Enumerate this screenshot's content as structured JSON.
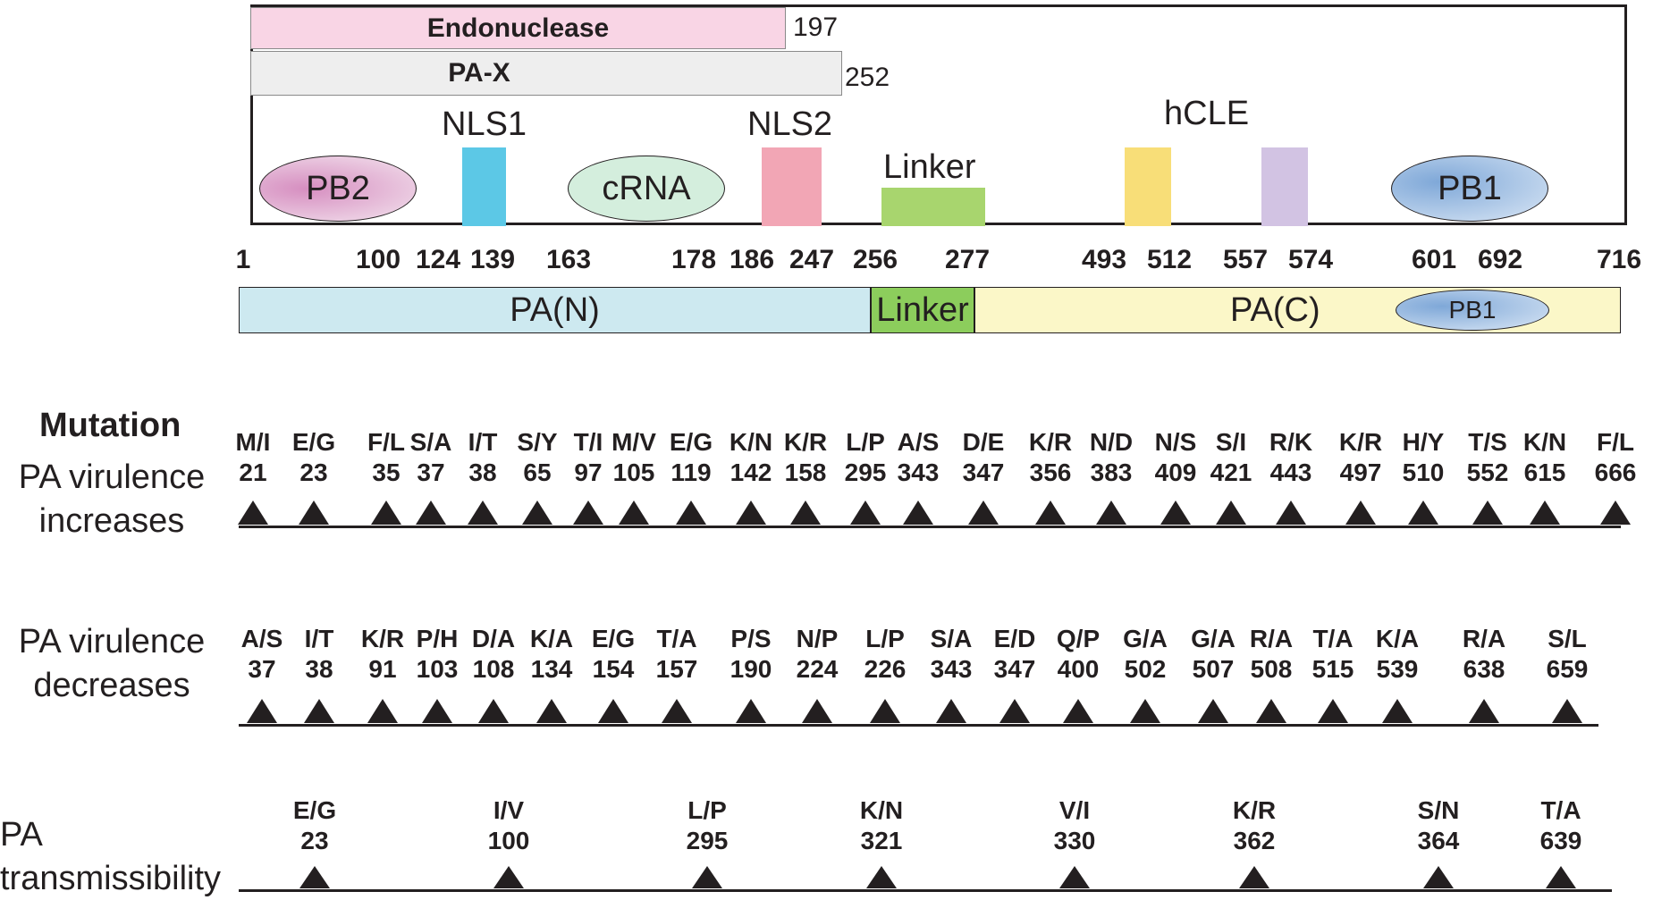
{
  "top_box": {
    "endonuclease": {
      "label": "Endonuclease",
      "end": "197",
      "color": "#f9d5e5"
    },
    "pa_x": {
      "label": "PA-X",
      "end": "252",
      "color": "#eeeeee"
    },
    "domains": [
      {
        "label": "NLS1",
        "color": "#5cc8e6"
      },
      {
        "label": "NLS2",
        "color": "#f2a6b5"
      },
      {
        "label": "Linker",
        "color": "#a8d56e"
      },
      {
        "label": "hCLE",
        "color": "#f8de78"
      },
      {
        "label": "",
        "color": "#d2c3e3"
      }
    ],
    "ellipses": [
      {
        "label": "PB2",
        "color": "#d68ec0"
      },
      {
        "label": "cRNA",
        "color": "#d4eedd"
      },
      {
        "label": "PB1",
        "color": "#7fa8d8"
      }
    ]
  },
  "positions": [
    "1",
    "100",
    "124",
    "139",
    "163",
    "178",
    "186",
    "247",
    "256",
    "277",
    "493",
    "512",
    "557",
    "574",
    "601",
    "692",
    "716"
  ],
  "structure_bar": {
    "pa_n": {
      "label": "PA(N)",
      "color": "#cde9f0"
    },
    "linker": {
      "label": "Linker",
      "color": "#8ccd5c"
    },
    "pa_c": {
      "label": "PA(C)",
      "color": "#fbf7c8"
    },
    "pb1": {
      "label": "PB1",
      "color": "#7fa8d8"
    }
  },
  "mutation_header": "Mutation",
  "rows": [
    {
      "label_line1": "PA virulence",
      "label_line2": "increases",
      "mutations": [
        {
          "aa": "M/I",
          "pos": "21"
        },
        {
          "aa": "E/G",
          "pos": "23"
        },
        {
          "aa": "F/L",
          "pos": "35"
        },
        {
          "aa": "S/A",
          "pos": "37"
        },
        {
          "aa": "I/T",
          "pos": "38"
        },
        {
          "aa": "S/Y",
          "pos": "65"
        },
        {
          "aa": "T/I",
          "pos": "97"
        },
        {
          "aa": "M/V",
          "pos": "105"
        },
        {
          "aa": "E/G",
          "pos": "119"
        },
        {
          "aa": "K/N",
          "pos": "142"
        },
        {
          "aa": "K/R",
          "pos": "158"
        },
        {
          "aa": "L/P",
          "pos": "295"
        },
        {
          "aa": "A/S",
          "pos": "343"
        },
        {
          "aa": "D/E",
          "pos": "347"
        },
        {
          "aa": "K/R",
          "pos": "356"
        },
        {
          "aa": "N/D",
          "pos": "383"
        },
        {
          "aa": "N/S",
          "pos": "409"
        },
        {
          "aa": "S/I",
          "pos": "421"
        },
        {
          "aa": "R/K",
          "pos": "443"
        },
        {
          "aa": "K/R",
          "pos": "497"
        },
        {
          "aa": "H/Y",
          "pos": "510"
        },
        {
          "aa": "T/S",
          "pos": "552"
        },
        {
          "aa": "K/N",
          "pos": "615"
        },
        {
          "aa": "F/L",
          "pos": "666"
        }
      ]
    },
    {
      "label_line1": "PA virulence",
      "label_line2": "decreases",
      "mutations": [
        {
          "aa": "A/S",
          "pos": "37"
        },
        {
          "aa": "I/T",
          "pos": "38"
        },
        {
          "aa": "K/R",
          "pos": "91"
        },
        {
          "aa": "P/H",
          "pos": "103"
        },
        {
          "aa": "D/A",
          "pos": "108"
        },
        {
          "aa": "K/A",
          "pos": "134"
        },
        {
          "aa": "E/G",
          "pos": "154"
        },
        {
          "aa": "T/A",
          "pos": "157"
        },
        {
          "aa": "P/S",
          "pos": "190"
        },
        {
          "aa": "N/P",
          "pos": "224"
        },
        {
          "aa": "L/P",
          "pos": "226"
        },
        {
          "aa": "S/A",
          "pos": "343"
        },
        {
          "aa": "E/D",
          "pos": "347"
        },
        {
          "aa": "Q/P",
          "pos": "400"
        },
        {
          "aa": "G/A",
          "pos": "502"
        },
        {
          "aa": "G/A",
          "pos": "507"
        },
        {
          "aa": "R/A",
          "pos": "508"
        },
        {
          "aa": "T/A",
          "pos": "515"
        },
        {
          "aa": "K/A",
          "pos": "539"
        },
        {
          "aa": "R/A",
          "pos": "638"
        },
        {
          "aa": "S/L",
          "pos": "659"
        }
      ]
    },
    {
      "label_line1": "PA",
      "label_line2": "transmissibility",
      "mutations": [
        {
          "aa": "E/G",
          "pos": "23"
        },
        {
          "aa": "I/V",
          "pos": "100"
        },
        {
          "aa": "L/P",
          "pos": "295"
        },
        {
          "aa": "K/N",
          "pos": "321"
        },
        {
          "aa": "V/I",
          "pos": "330"
        },
        {
          "aa": "K/R",
          "pos": "362"
        },
        {
          "aa": "S/N",
          "pos": "364"
        },
        {
          "aa": "T/A",
          "pos": "639"
        }
      ]
    }
  ]
}
